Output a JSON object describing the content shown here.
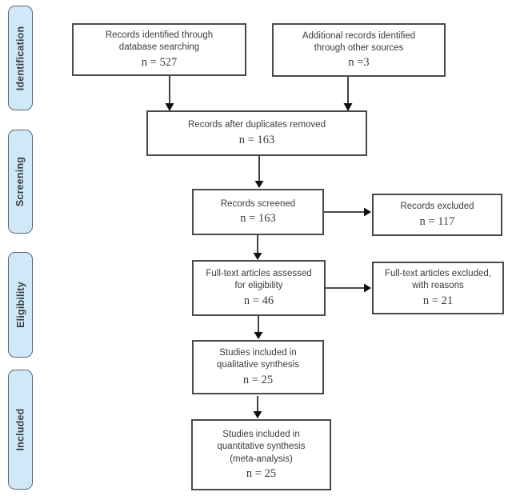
{
  "colors": {
    "sidebar_fill": "#cfe9f8",
    "sidebar_border": "#5b6770",
    "box_border": "#4a4a4a",
    "text": "#3c3c3c",
    "arrow": "#111111",
    "background": "#ffffff"
  },
  "stages": [
    {
      "label": "Identification"
    },
    {
      "label": "Screening"
    },
    {
      "label": "Eligibility"
    },
    {
      "label": "Included"
    }
  ],
  "boxes": {
    "db_search": {
      "lines": [
        "Records identified through",
        "database searching"
      ],
      "n": "n = 527"
    },
    "other_sources": {
      "lines": [
        "Additional records identified",
        "through other sources"
      ],
      "n": "n =3"
    },
    "dup_removed": {
      "lines": [
        "Records after duplicates removed"
      ],
      "n": "n = 163"
    },
    "screened": {
      "lines": [
        "Records screened"
      ],
      "n": "n = 163"
    },
    "excluded": {
      "lines": [
        "Records excluded"
      ],
      "n": "n = 117"
    },
    "fulltext_assessed": {
      "lines": [
        "Full-text articles assessed",
        "for eligibility"
      ],
      "n": "n = 46"
    },
    "fulltext_excluded": {
      "lines": [
        "Full-text articles excluded,",
        "with reasons"
      ],
      "n": "n = 21"
    },
    "qualitative": {
      "lines": [
        "Studies included in",
        "qualitative synthesis"
      ],
      "n": "n = 25"
    },
    "quantitative": {
      "lines": [
        "Studies included in",
        "quantitative synthesis",
        "(meta-analysis)"
      ],
      "n": "n = 25"
    }
  }
}
